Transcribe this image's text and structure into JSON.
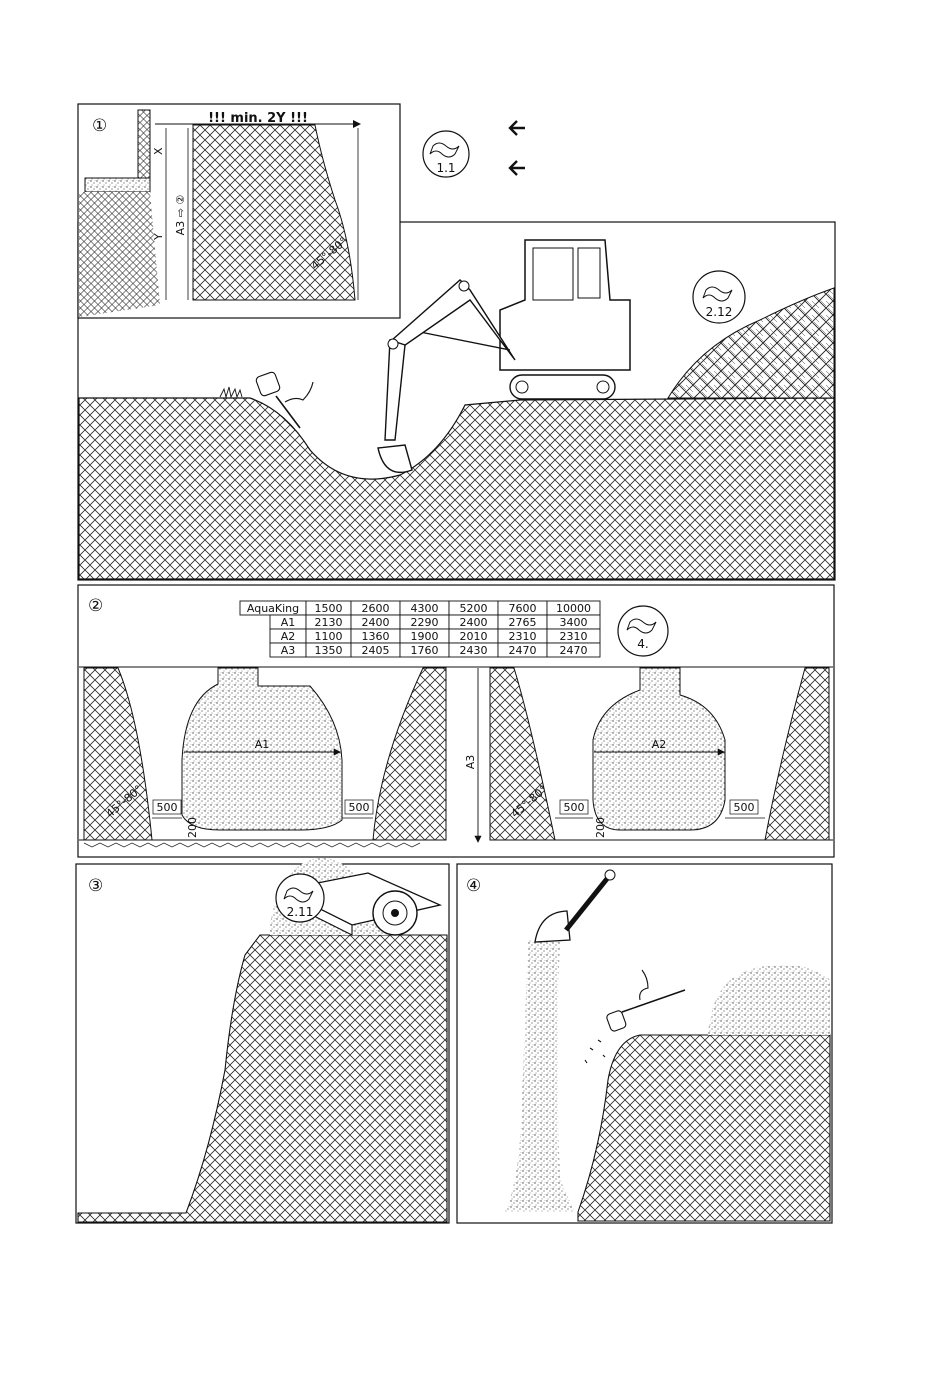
{
  "panels": {
    "p1": {
      "number": "①",
      "width_label": "!!! min. 2Y !!!",
      "x": "X",
      "y": "Y",
      "a3": "A3 ⇨ ②",
      "angle": "45°-80°"
    },
    "ref_top": {
      "code": "1.1"
    },
    "ref_excavation": {
      "code": "2.12"
    },
    "p2": {
      "number": "②",
      "ref": "4.",
      "a1": "A1",
      "a2": "A2",
      "a3": "A3",
      "angle": "45°-80°",
      "gap": "500",
      "base": "200"
    },
    "p3": {
      "number": "③",
      "ref": "2.11"
    },
    "p4": {
      "number": "④"
    }
  },
  "table": {
    "header": [
      "AquaKing",
      "1500",
      "2600",
      "4300",
      "5200",
      "7600",
      "10000"
    ],
    "rows": [
      [
        "A1",
        "2130",
        "2400",
        "2290",
        "2400",
        "2765",
        "3400"
      ],
      [
        "A2",
        "1100",
        "1360",
        "1900",
        "2010",
        "2310",
        "2310"
      ],
      [
        "A3",
        "1350",
        "2405",
        "1760",
        "2430",
        "2470",
        "2470"
      ]
    ]
  }
}
